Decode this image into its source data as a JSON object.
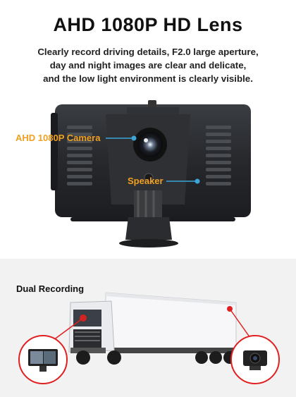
{
  "header": {
    "title": "AHD 1080P HD Lens",
    "subtitle_lines": [
      "Clearly record driving details, F2.0 large aperture,",
      "day and night images are clear and delicate,",
      "and the low light environment is clearly visible."
    ]
  },
  "callouts": {
    "camera": "AHD 1080P Camera",
    "speaker": "Speaker"
  },
  "dual": {
    "heading": "Dual Recording"
  },
  "colors": {
    "accent": "#f0a020",
    "callout_line": "#3aa6d8",
    "highlight": "#e02020",
    "device_body": "#2a2c30"
  }
}
